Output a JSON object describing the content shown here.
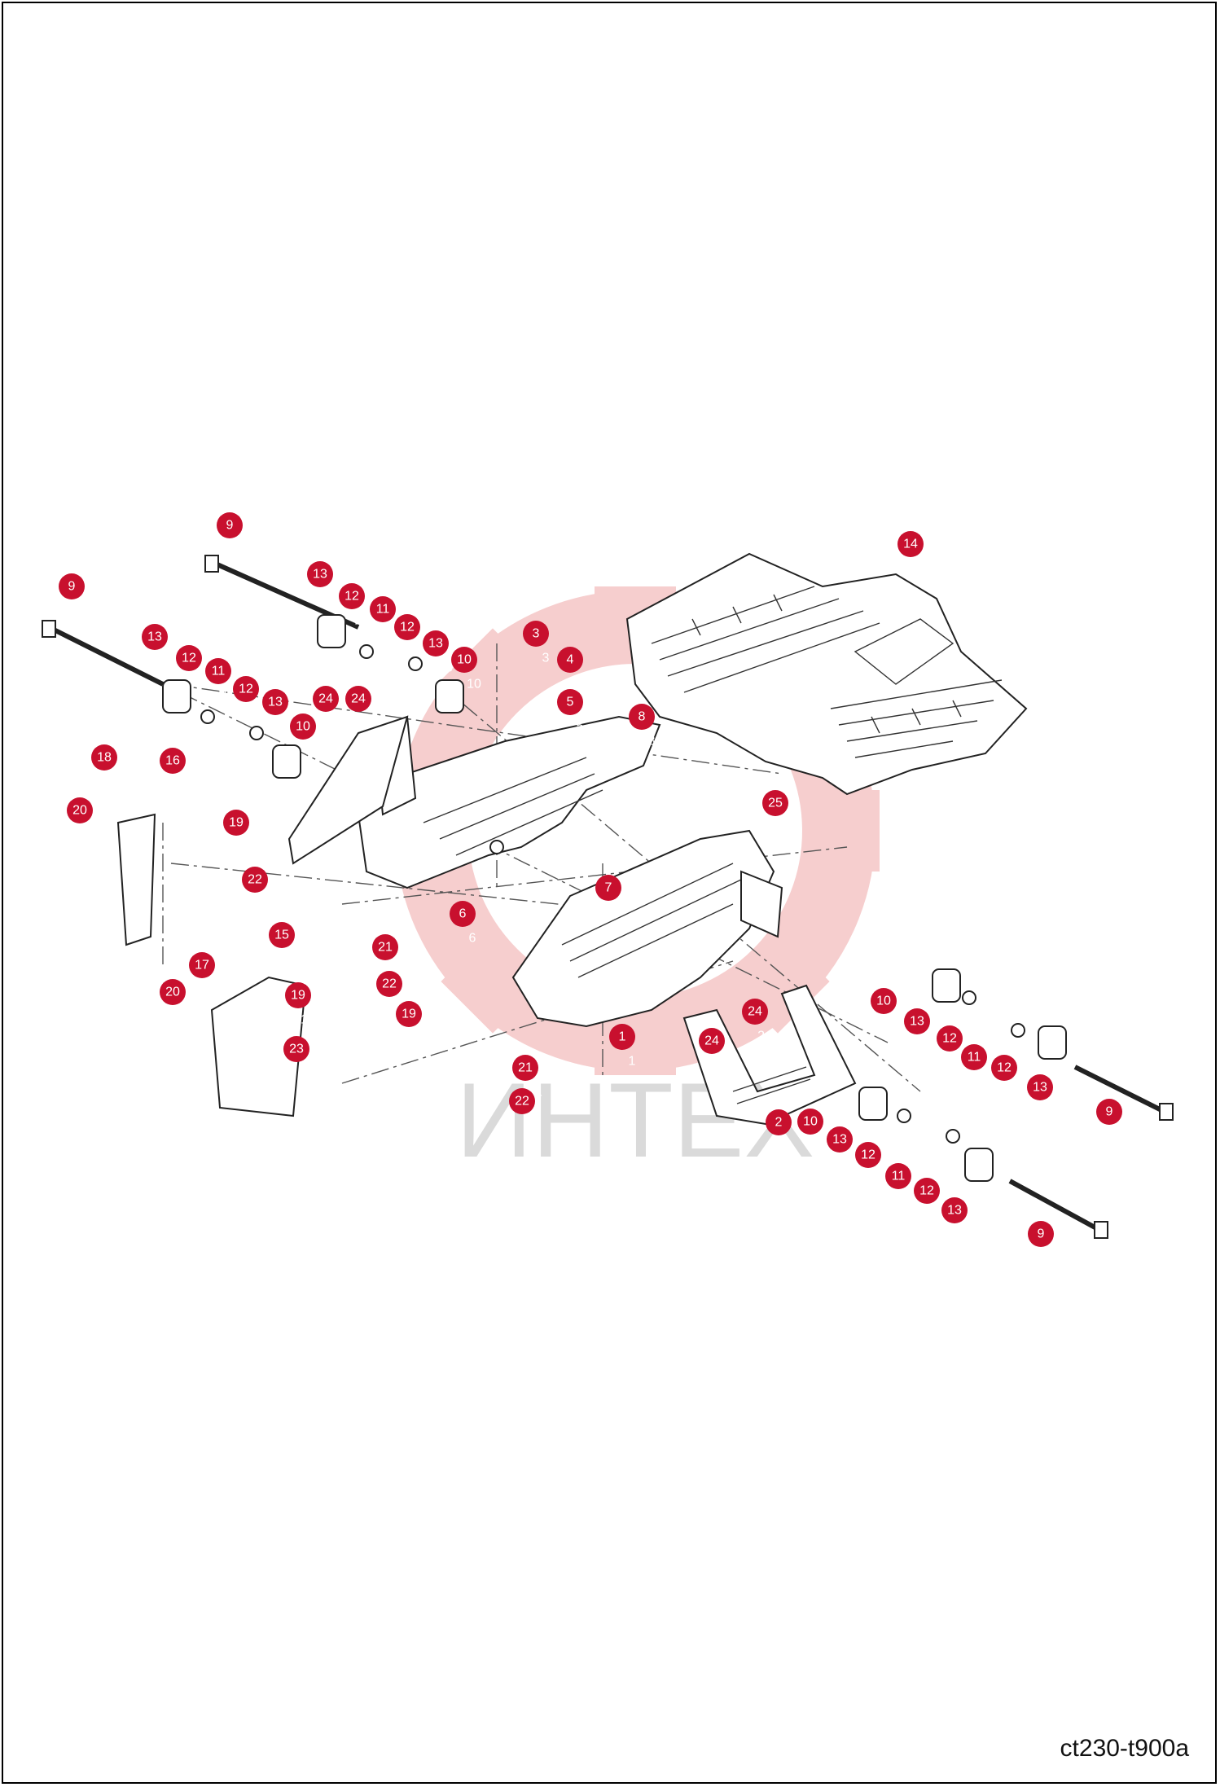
{
  "watermark": {
    "text": "ИНТЕХ",
    "gear_color": "#f6c9c9"
  },
  "marker_color": "#c8102e",
  "drawing_code": "ct230-t900a",
  "parts": [
    {
      "marker": "9",
      "ref": "9"
    },
    {
      "marker": "9",
      "ref": "9"
    },
    {
      "marker": "9",
      "ref": "9"
    },
    {
      "marker": "9",
      "ref": "9"
    },
    {
      "marker": "13",
      "ref": "13"
    },
    {
      "marker": "12",
      "ref": "12"
    },
    {
      "marker": "11",
      "ref": "11"
    },
    {
      "marker": "12",
      "ref": "12"
    },
    {
      "marker": "13",
      "ref": "13"
    },
    {
      "marker": "10",
      "ref": "10"
    },
    {
      "marker": "13",
      "ref": "13"
    },
    {
      "marker": "12",
      "ref": "12"
    },
    {
      "marker": "11",
      "ref": "11"
    },
    {
      "marker": "12",
      "ref": "12"
    },
    {
      "marker": "13",
      "ref": "13"
    },
    {
      "marker": "10",
      "ref": "10"
    },
    {
      "marker": "3",
      "ref": "3"
    },
    {
      "marker": "4",
      "ref": "4"
    },
    {
      "marker": "5",
      "ref": "5"
    },
    {
      "marker": "8",
      "ref": "8"
    },
    {
      "marker": "24",
      "ref": "24"
    },
    {
      "marker": "24",
      "ref": "24"
    },
    {
      "marker": "14",
      "ref": "14"
    },
    {
      "marker": "25",
      "ref": "25"
    },
    {
      "marker": "18",
      "ref": "18"
    },
    {
      "marker": "16",
      "ref": "16"
    },
    {
      "marker": "20",
      "ref": "20"
    },
    {
      "marker": "19",
      "ref": "19"
    },
    {
      "marker": "22",
      "ref": "22"
    },
    {
      "marker": "6",
      "ref": "6"
    },
    {
      "marker": "7",
      "ref": "7"
    },
    {
      "marker": "21",
      "ref": "21"
    },
    {
      "marker": "22",
      "ref": "22"
    },
    {
      "marker": "19",
      "ref": "19"
    },
    {
      "marker": "15",
      "ref": "15"
    },
    {
      "marker": "17",
      "ref": "17"
    },
    {
      "marker": "20",
      "ref": "20"
    },
    {
      "marker": "19",
      "ref": "19"
    },
    {
      "marker": "23",
      "ref": "23"
    },
    {
      "marker": "1",
      "ref": "1"
    },
    {
      "marker": "21",
      "ref": "21"
    },
    {
      "marker": "22",
      "ref": "22"
    },
    {
      "marker": "24",
      "ref": "24"
    },
    {
      "marker": "24",
      "ref": "24"
    },
    {
      "marker": "2",
      "ref": "2"
    },
    {
      "marker": "10",
      "ref": "10"
    },
    {
      "marker": "13",
      "ref": "13"
    },
    {
      "marker": "12",
      "ref": "12"
    },
    {
      "marker": "11",
      "ref": "11"
    },
    {
      "marker": "12",
      "ref": "12"
    },
    {
      "marker": "13",
      "ref": "13"
    },
    {
      "marker": "10",
      "ref": "10"
    },
    {
      "marker": "13",
      "ref": "13"
    },
    {
      "marker": "12",
      "ref": "12"
    },
    {
      "marker": "11",
      "ref": "11"
    },
    {
      "marker": "12",
      "ref": "12"
    },
    {
      "marker": "13",
      "ref": "13"
    }
  ]
}
